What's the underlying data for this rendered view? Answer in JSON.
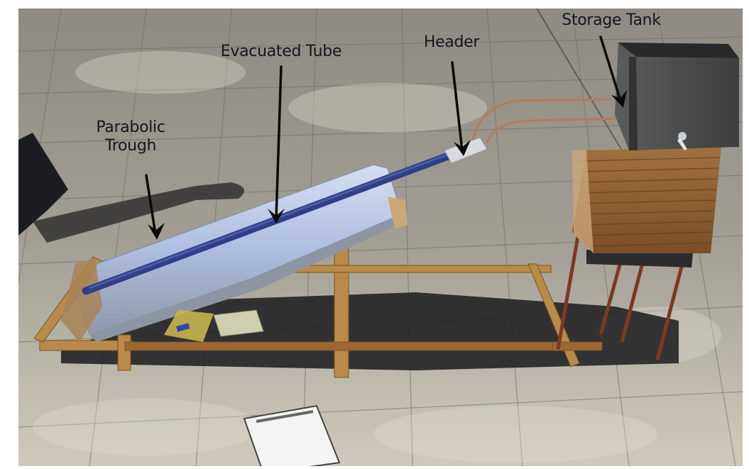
{
  "figure": {
    "type": "annotated-photograph",
    "subject": "solar parabolic trough collector with evacuated tube and storage tank on rooftop",
    "labels": {
      "parabolic_trough": {
        "line1": "Parabolic",
        "line2": "Trough"
      },
      "evacuated_tube": {
        "text": "Evacuated Tube"
      },
      "header": {
        "text": "Header"
      },
      "storage_tank": {
        "text": "Storage Tank"
      }
    },
    "colors": {
      "floor": "#9a968c",
      "floor_light": "#c9c4b6",
      "trough_reflector": "#b8c6e0",
      "tube": "#2f3f86",
      "wood": "#b98a4a",
      "tank": "#4a4c4f",
      "label_text": "#15151f",
      "arrow": "#0a0a0a"
    }
  }
}
